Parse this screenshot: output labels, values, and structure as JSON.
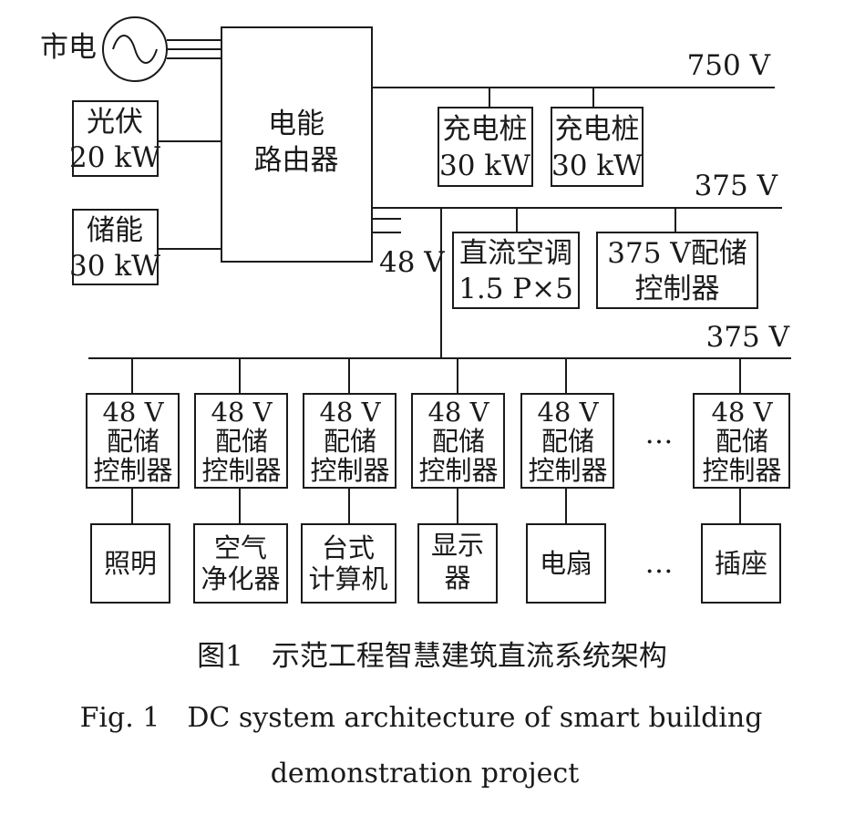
{
  "grid_label": "市电",
  "router": [
    "电能",
    "路由器"
  ],
  "pv": [
    "光伏",
    "20 kW"
  ],
  "storage": [
    "储能",
    "30 kW"
  ],
  "bus_750": "750 V",
  "bus_375_upper": "375 V",
  "bus_375_lower": "375 V",
  "bus_48": "48 V",
  "charger_1": [
    "充电桩",
    "30 kW"
  ],
  "charger_2": [
    "充电桩",
    "30 kW"
  ],
  "dc_ac": [
    "直流空调",
    "1.5 P×5"
  ],
  "ctrl_375": [
    "375 V配储",
    "控制器"
  ],
  "ctrl_48": [
    [
      "48 V",
      "配储",
      "控制器"
    ],
    [
      "48 V",
      "配储",
      "控制器"
    ],
    [
      "48 V",
      "配储",
      "控制器"
    ],
    [
      "48 V",
      "配储",
      "控制器"
    ],
    [
      "48 V",
      "配储",
      "控制器"
    ],
    [
      "48 V",
      "配储",
      "控制器"
    ]
  ],
  "loads": [
    [
      "照明"
    ],
    [
      "空气",
      "净化器"
    ],
    [
      "台式",
      "计算机"
    ],
    [
      "显示",
      "器"
    ],
    [
      "电扇"
    ],
    [
      "插座"
    ]
  ],
  "ellipsis": "…",
  "caption_cn": "图1　示范工程智慧建筑直流系统架构",
  "caption_en": [
    "Fig. 1　DC system architecture of smart building",
    "demonstration project"
  ]
}
